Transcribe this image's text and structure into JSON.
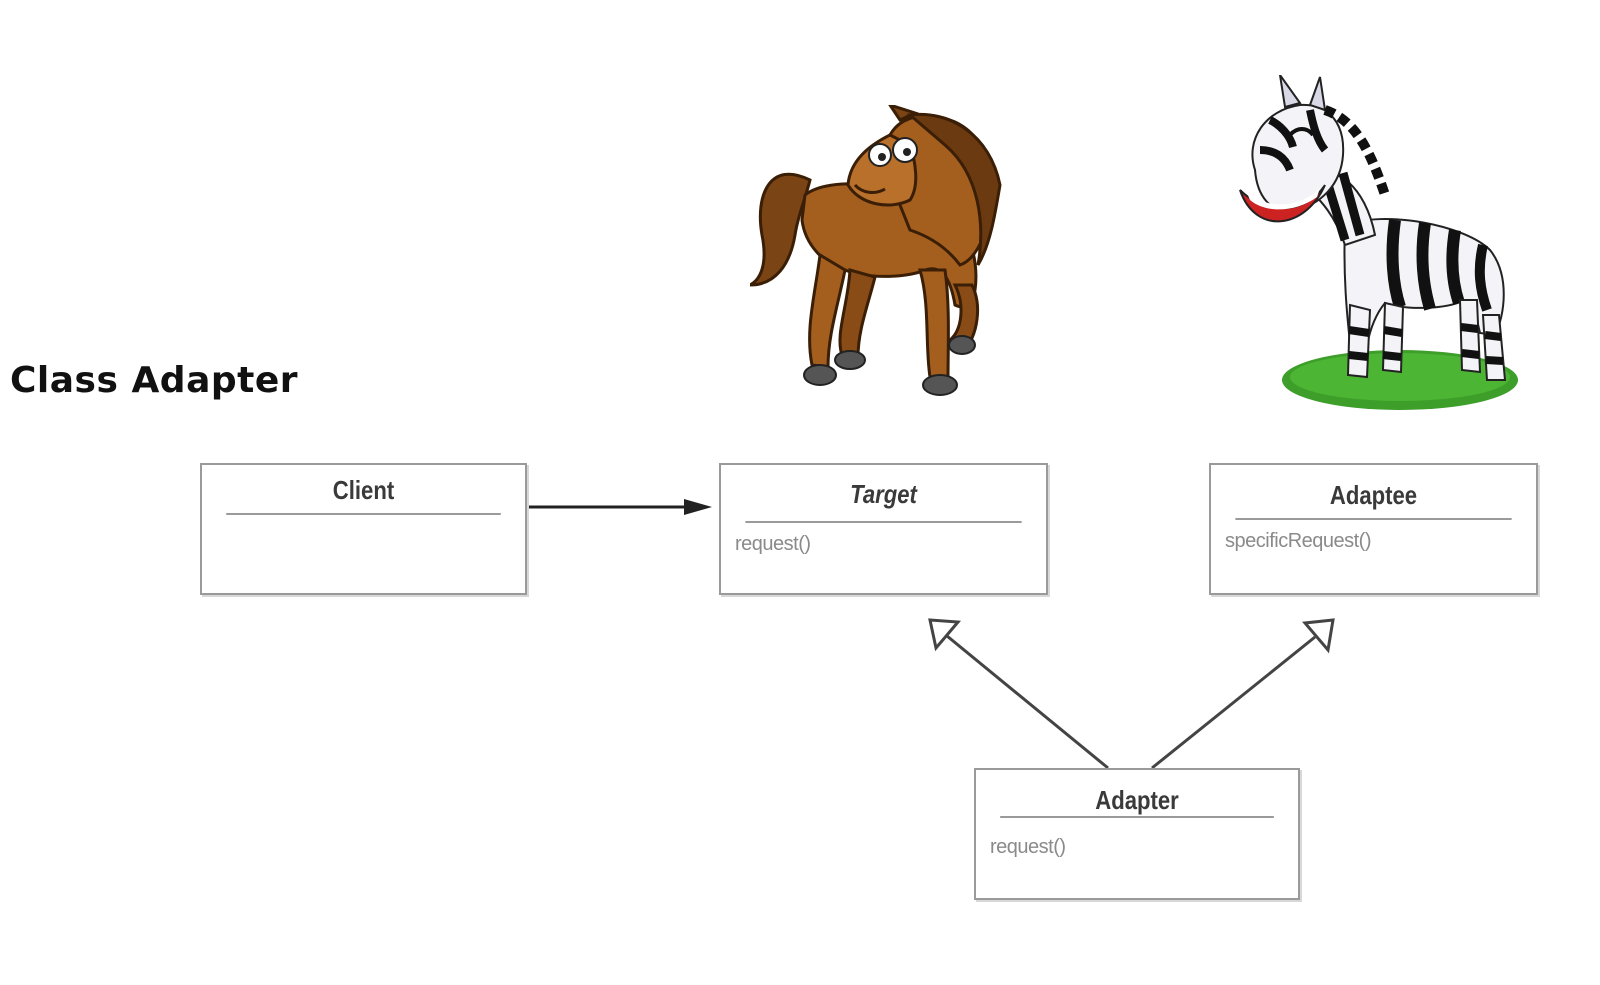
{
  "title": "Class Adapter",
  "classes": {
    "client": {
      "name": "Client",
      "operations": ""
    },
    "target": {
      "name": "Target",
      "operations": "request()"
    },
    "adaptee": {
      "name": "Adaptee",
      "operations": "specificRequest()"
    },
    "adapter": {
      "name": "Adapter",
      "operations": "request()"
    }
  },
  "illustrations": {
    "target_mascot": "horse-illustration",
    "adaptee_mascot": "zebra-illustration"
  },
  "colors": {
    "horse_body": "#9c5a1c",
    "horse_dark": "#5a2f0c",
    "zebra_stripe": "#111111",
    "zebra_body": "#f4f4f8",
    "grass": "#3d9e2a",
    "box_border": "#9a9a9a"
  }
}
